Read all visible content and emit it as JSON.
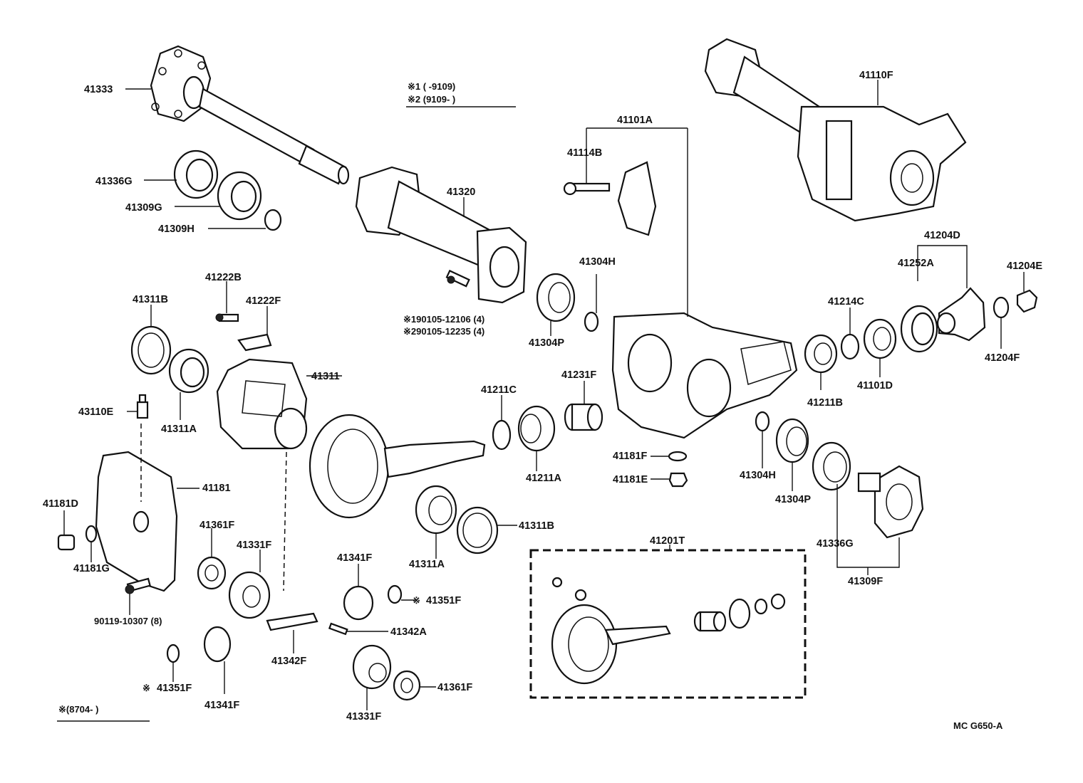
{
  "notes": {
    "n1": "※1 (      -9109)",
    "n2": "※2 (9109-        )",
    "n3": "※(8704-        )",
    "drawing_code": "MC G650-A"
  },
  "labels": [
    "41333",
    "41336G",
    "41309G",
    "41309H",
    "41320",
    "41101A",
    "41114B",
    "41110F",
    "41304H",
    "41304P",
    "41204D",
    "41252A",
    "41204E",
    "41214C",
    "41204F",
    "41211B",
    "41101D",
    "41222B",
    "41222F",
    "41311B",
    "41311",
    "41311A",
    "43110E",
    "41211C",
    "41231F",
    "41181F",
    "41181E",
    "41304H",
    "41304P",
    "41181",
    "41181D",
    "41181G",
    "41361F",
    "41331F",
    "41341F",
    "41351F",
    "41311A",
    "41311B",
    "41211A",
    "90119-10307 (8)",
    "41342A",
    "41342F",
    "41201T",
    "41336G",
    "41309F",
    "41351F",
    "41341F",
    "41361F",
    "41331F"
  ],
  "bolt_notes": [
    "※190105-12106 (4)",
    "※290105-12235 (4)"
  ]
}
